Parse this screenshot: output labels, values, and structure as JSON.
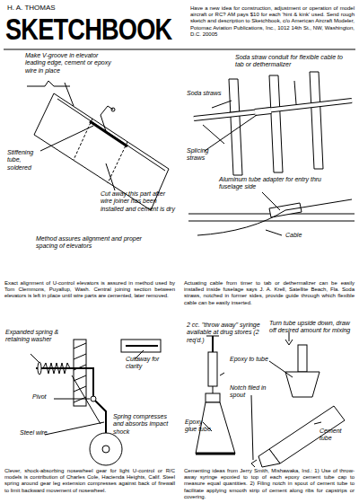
{
  "diagram": {
    "title": "SKETCHBOOK",
    "labels": [
      "H. A. THOMAS",
      "Have a new idea for construction, adjustment or operation of model aircraft or RC? AM pays $10 for each 'hint & kink' used. Send rough sketch and description to Sketchbook, c/o American Aircraft Modeler, Potomac Aviation Publications, Inc., 1012 14th St., NW, Washington, D.C. 20005",
      "Make V-groove in elevator leading edge, cement or epoxy wire in place",
      "Stiffening tube, soldered",
      "Cut away this part after wire joiner has been installed and cement is dry",
      "Method assures alignment and proper spacing of elevators",
      "Exact alignment of U-control elevators is assured in method used by Tom Clemmons, Puyallup, Wash. Central joining section between elevators is left in place until wire parts are cemented, later removed.",
      "Soda straw conduit for flexible cable to tab or dethermalizer",
      "Soda straws",
      "Splicing straws",
      "Aluminum tube adapter for entry thru fuselage side",
      "Cable",
      "Actuating cable from timer to tab or dethermalizer can be easily installed inside fuselage says J. A. Krell, Satellite Beach, Fla. Soda straws, notched in former sides, provide guide through which flexible cable can be easily inserted.",
      "Expanded spring & retaining washer",
      "Cutaway for clarity",
      "Pivot",
      "Steel wire",
      "Spring compresses and absorbs impact shock",
      "Clever, shock-absorbing nosewheel gear for light U-control or R/C models is contribution of Charles Cole, Hacienda Heights, Calif. Steel spring around gear leg extension compresses against back of firewall to limit backward movement of nosewheel.",
      "2 cc. \"throw away\" syringe available at drug stores (2 req'd.)",
      "Turn tube upside down, draw off desired amount for mixing",
      "Epoxy to tube",
      "Notch filed in spout",
      "Epoxy glue tube",
      "Cement tube",
      "Cementing ideas from Jerry Smith, Mishawaka, Ind.: 1) Use of throw-away syringe epoxied to top of each epoxy cement tube cap to measure equal quantities. 2) Filing notch in spout of cement tube to facilitate applying smooth strip of cement along ribs for capstrips or covering."
    ]
  }
}
